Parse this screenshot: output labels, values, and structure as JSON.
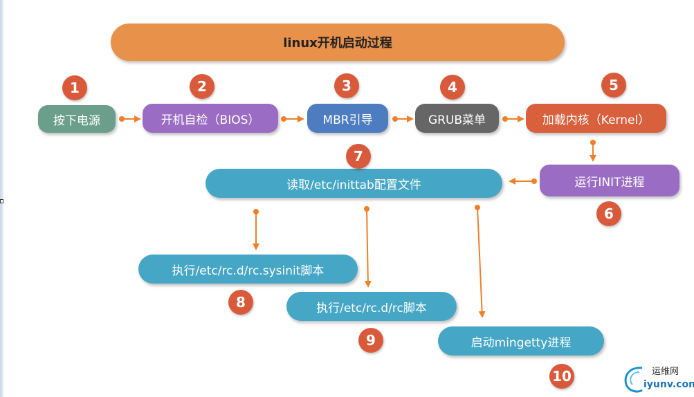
{
  "title": "linux开机启动过程",
  "steps": [
    {
      "num": "1",
      "label": "按下电源"
    },
    {
      "num": "2",
      "label": "开机自检（BIOS）"
    },
    {
      "num": "3",
      "label": "MBR引导"
    },
    {
      "num": "4",
      "label": "GRUB菜单"
    },
    {
      "num": "5",
      "label": "加载内核（Kernel）"
    },
    {
      "num": "6",
      "label": "运行INIT进程"
    },
    {
      "num": "7",
      "label": "读取/etc/inittab配置文件"
    },
    {
      "num": "8",
      "label": "执行/etc/rc.d/rc.sysinit脚本"
    },
    {
      "num": "9",
      "label": "执行/etc/rc.d/rc脚本"
    },
    {
      "num": "10",
      "label": "启动mingetty进程"
    }
  ],
  "logo": {
    "line1": "运维网",
    "line2": "iyunv.com"
  },
  "colors": {
    "accent": "#e8914a",
    "number_circle": "#d95a3b",
    "arrow": "#f07f2a"
  }
}
